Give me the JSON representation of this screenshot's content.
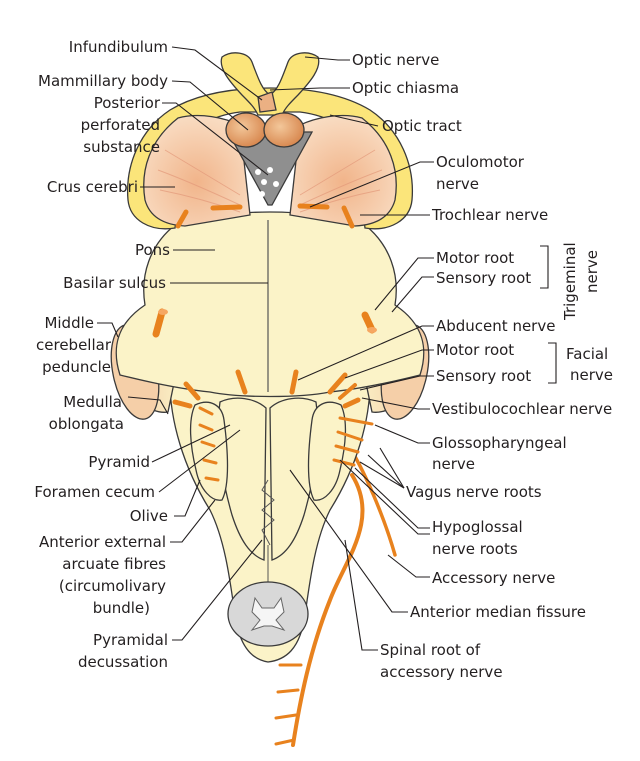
{
  "colors": {
    "nerve": "#e8821e",
    "brainstem": "#fbf3c8",
    "optic": "#fbe57a",
    "crus": "#f4c7a6",
    "body": "#e9a773",
    "ppsubstance": "#8f8f8f"
  },
  "labels": {
    "infundibulum": "Infundibulum",
    "mammillary_body": "Mammillary body",
    "posterior_1": "Posterior",
    "posterior_2": "perforated",
    "posterior_3": "substance",
    "crus_cerebri": "Crus cerebri",
    "pons": "Pons",
    "basilar_sulcus": "Basilar sulcus",
    "mcp_1": "Middle",
    "mcp_2": "cerebellar",
    "mcp_3": "peduncle",
    "medulla_1": "Medulla",
    "medulla_2": "oblongata",
    "pyramid": "Pyramid",
    "foramen_cecum": "Foramen cecum",
    "olive": "Olive",
    "arcuate_1": "Anterior external",
    "arcuate_2": "arcuate fibres",
    "arcuate_3": "(circumolivary",
    "arcuate_4": "bundle)",
    "decussation_1": "Pyramidal",
    "decussation_2": "decussation",
    "optic_nerve": "Optic nerve",
    "optic_chiasma": "Optic chiasma",
    "optic_tract": "Optic tract",
    "oculomotor_1": "Oculomotor",
    "oculomotor_2": "nerve",
    "trochlear": "Trochlear nerve",
    "trigeminal_motor": "Motor root",
    "trigeminal_sensory": "Sensory root",
    "trigeminal_1": "Trigeminal",
    "trigeminal_2": "nerve",
    "abducent": "Abducent nerve",
    "facial_motor": "Motor root",
    "facial_sensory": "Sensory root",
    "facial_1": "Facial",
    "facial_2": "nerve",
    "vestibulocochlear": "Vestibulocochlear nerve",
    "glossopharyngeal_1": "Glossopharyngeal",
    "glossopharyngeal_2": "nerve",
    "vagus": "Vagus nerve roots",
    "hypoglossal_1": "Hypoglossal",
    "hypoglossal_2": "nerve roots",
    "accessory": "Accessory nerve",
    "anterior_median": "Anterior median fissure",
    "spinal_root_1": "Spinal root of",
    "spinal_root_2": "accessory nerve"
  }
}
